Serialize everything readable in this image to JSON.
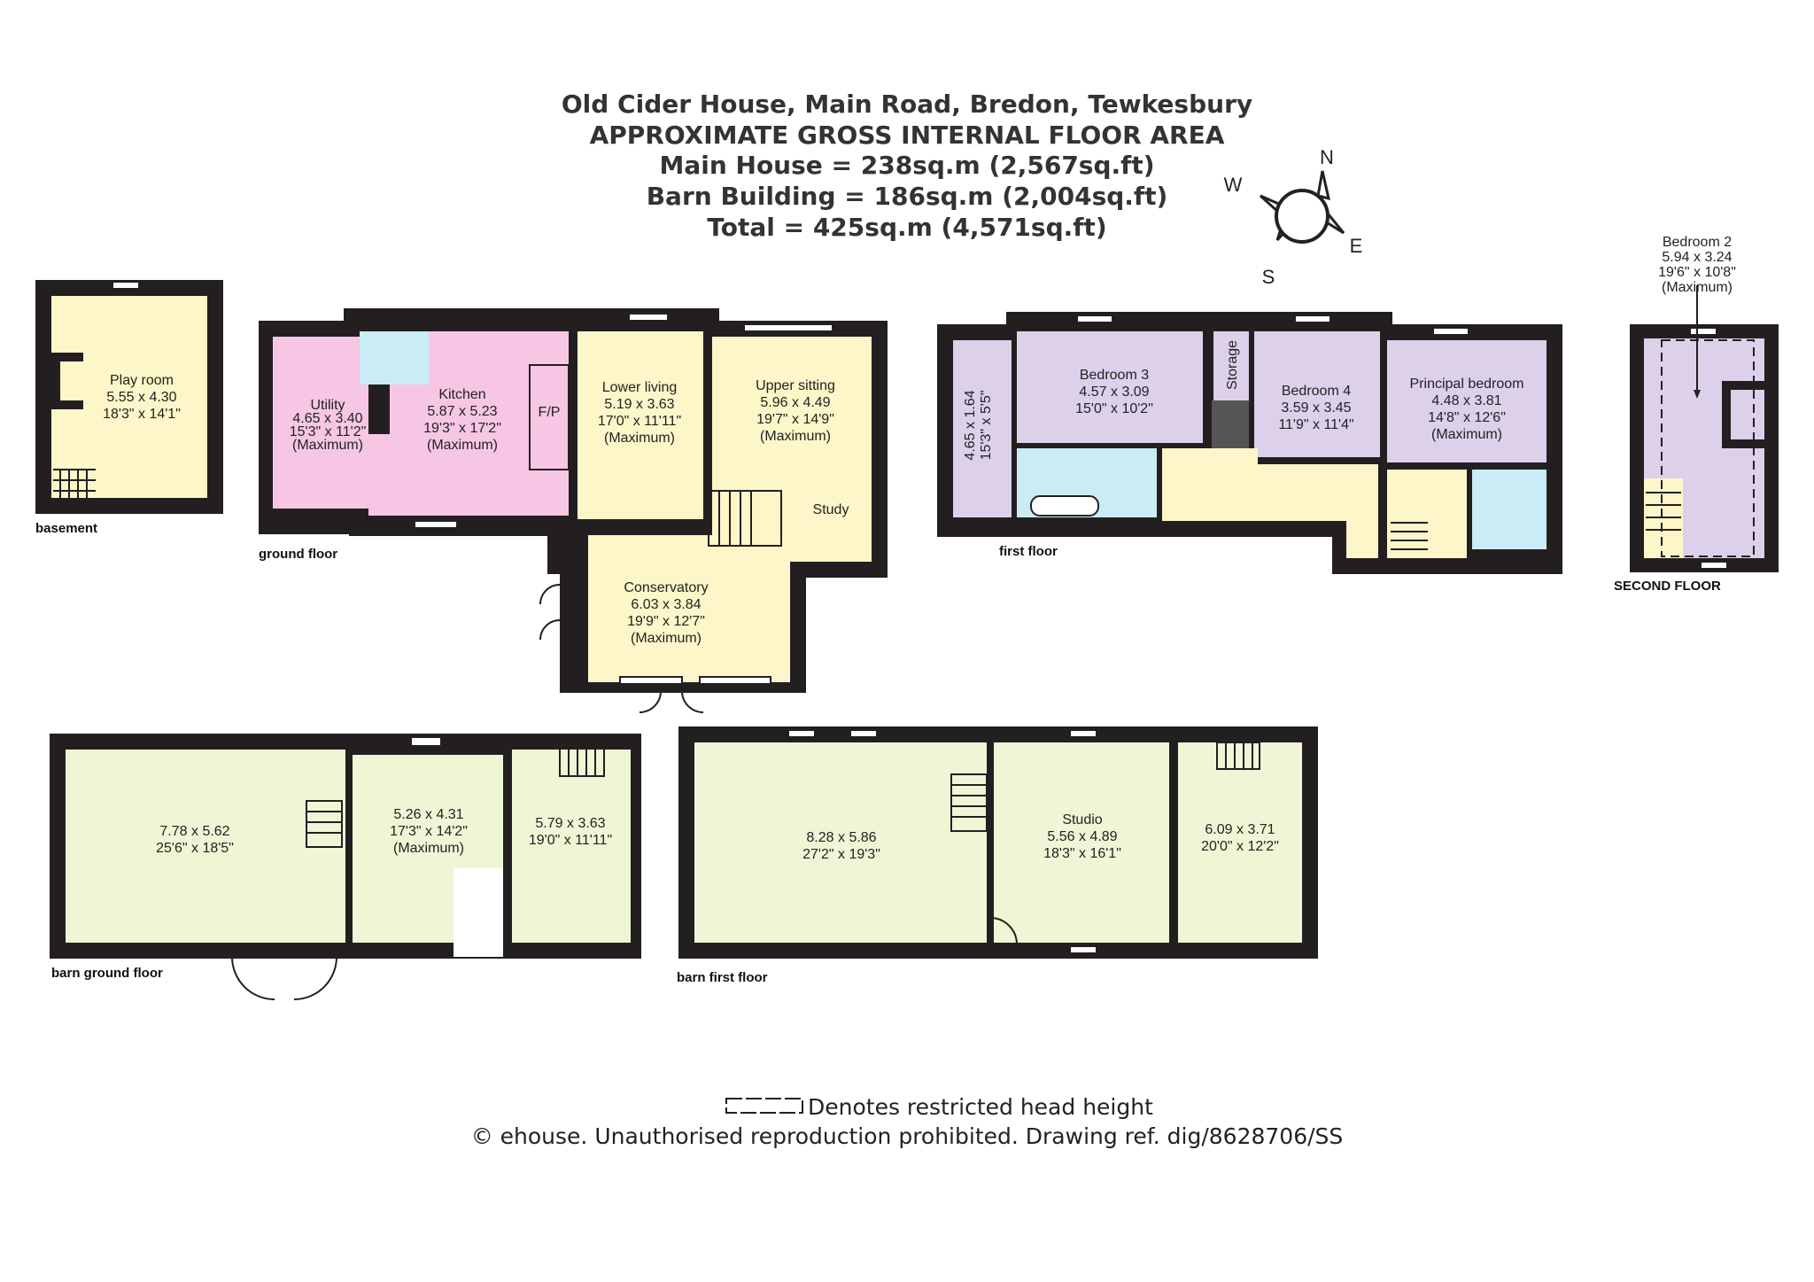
{
  "header": {
    "address": "Old Cider House, Main Road, Bredon, Tewkesbury",
    "subtitle": "APPROXIMATE GROSS INTERNAL FLOOR AREA",
    "main_house": "Main House = 238sq.m (2,567sq.ft)",
    "barn_building": "Barn Building = 186sq.m (2,004sq.ft)",
    "total": "Total = 425sq.m (4,571sq.ft)"
  },
  "compass": {
    "n": "N",
    "e": "E",
    "s": "S",
    "w": "W"
  },
  "floors": {
    "basement": "basement",
    "ground": "ground floor",
    "first": "first floor",
    "second": "SECOND FLOOR",
    "barn_ground": "barn ground floor",
    "barn_first": "barn first floor"
  },
  "rooms": {
    "play_room": {
      "name": "Play room",
      "metric": "5.55 x 4.30",
      "imperial": "18'3\" x 14'1\""
    },
    "utility": {
      "name": "Utility",
      "metric": "4.65 x 3.40",
      "imperial": "15'3\" x 11'2\"",
      "note": "(Maximum)"
    },
    "kitchen": {
      "name": "Kitchen",
      "metric": "5.87 x 5.23",
      "imperial": "19'3\" x 17'2\"",
      "note": "(Maximum)"
    },
    "fp": {
      "name": "F/P"
    },
    "lower_living": {
      "name": "Lower living",
      "metric": "5.19 x 3.63",
      "imperial": "17'0\" x 11'11\"",
      "note": "(Maximum)"
    },
    "upper_sitting": {
      "name": "Upper sitting",
      "metric": "5.96 x 4.49",
      "imperial": "19'7\" x 14'9\"",
      "note": "(Maximum)"
    },
    "study": {
      "name": "Study"
    },
    "conservatory": {
      "name": "Conservatory",
      "metric": "6.03 x 3.84",
      "imperial": "19'9\" x 12'7\"",
      "note": "(Maximum)"
    },
    "side_room_first": {
      "metric": "4.65 x 1.64",
      "imperial": "15'3\" x 5'5\""
    },
    "bedroom3": {
      "name": "Bedroom 3",
      "metric": "4.57 x 3.09",
      "imperial": "15'0\" x 10'2\""
    },
    "storage": {
      "name": "Storage"
    },
    "bedroom4": {
      "name": "Bedroom 4",
      "metric": "3.59 x 3.45",
      "imperial": "11'9\" x 11'4\""
    },
    "principal": {
      "name": "Principal bedroom",
      "metric": "4.48 x 3.81",
      "imperial": "14'8\" x 12'6\"",
      "note": "(Maximum)"
    },
    "bedroom2": {
      "name": "Bedroom 2",
      "metric": "5.94 x 3.24",
      "imperial": "19'6\" x 10'8\"",
      "note": "(Maximum)"
    },
    "barn_g1": {
      "metric": "7.78 x 5.62",
      "imperial": "25'6\" x 18'5\""
    },
    "barn_g2": {
      "metric": "5.26 x 4.31",
      "imperial": "17'3\" x 14'2\"",
      "note": "(Maximum)"
    },
    "barn_g3": {
      "metric": "5.79 x 3.63",
      "imperial": "19'0\" x 11'11\""
    },
    "barn_f1": {
      "metric": "8.28 x 5.86",
      "imperial": "27'2\" x 19'3\""
    },
    "studio": {
      "name": "Studio",
      "metric": "5.56 x 4.89",
      "imperial": "18'3\" x 16'1\""
    },
    "barn_f3": {
      "metric": "6.09 x 3.71",
      "imperial": "20'0\" x 12'2\""
    }
  },
  "legend": {
    "restricted": "Denotes restricted head height"
  },
  "copyright": "© ehouse. Unauthorised reproduction prohibited. Drawing ref. dig/8628706/SS",
  "colors": {
    "wall": "#231f20",
    "yellow": "#fdf6c9",
    "pink": "#f6c6e4",
    "purple": "#dcd0ea",
    "blue": "#c9ecf6",
    "green": "#eef6d6"
  }
}
